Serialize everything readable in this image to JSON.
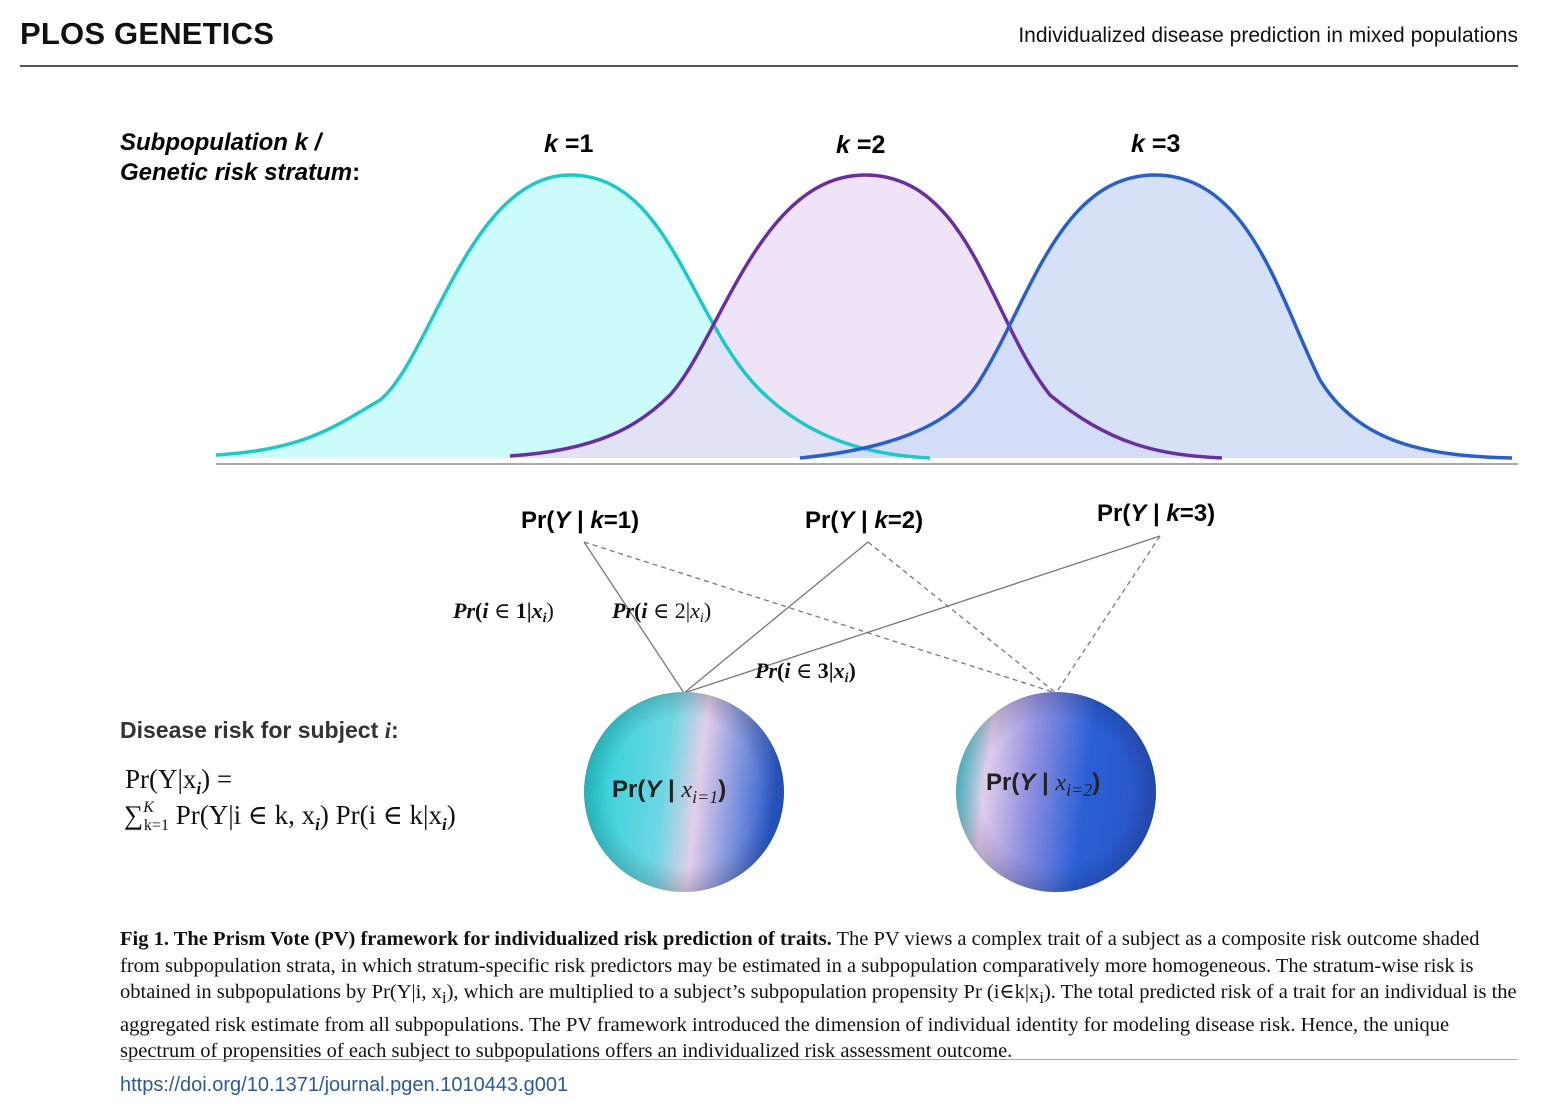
{
  "header": {
    "journal": "PLOS GENETICS",
    "running_title": "Individualized disease prediction in mixed populations"
  },
  "figure": {
    "strata_label_line1": "Subpopulation k /",
    "strata_label_line2": "Genetic risk stratum",
    "strata_label_colon": ":",
    "strata": [
      {
        "k": "k",
        "eq": " =1",
        "color": "#1ec8c8",
        "fill": "#ccfbfb"
      },
      {
        "k": "k",
        "eq": " =2",
        "color": "#6a2f9e",
        "fill": "#ead9f5"
      },
      {
        "k": "k",
        "eq": " =3",
        "color": "#2a5fc6",
        "fill": "#cfdcf7"
      }
    ],
    "conditional_risks": [
      {
        "pre": "Pr(",
        "y": "Y",
        "mid": " | ",
        "k": "k",
        "post": "=1)"
      },
      {
        "pre": "Pr(",
        "y": "Y",
        "mid": " | ",
        "k": "k",
        "post": "=2)"
      },
      {
        "pre": "Pr(",
        "y": "Y",
        "mid": " | ",
        "k": "k",
        "post": "=3)"
      }
    ],
    "propensities": [
      {
        "pr": "Pr",
        "open": "(",
        "i": "i",
        "in": " ∈ ",
        "n": "1",
        "bar": "|",
        "x": "x",
        "sub": "i",
        "close": ")"
      },
      {
        "pr": "Pr",
        "open": "(",
        "i": "i",
        "in": " ∈ ",
        "n": "2",
        "bar": "|",
        "x": "x",
        "sub": "i",
        "close": ")"
      },
      {
        "pr": "Pr",
        "open": "(",
        "i": "i",
        "in": " ∈ ",
        "n": "3",
        "bar": "|",
        "x": "x",
        "sub": "i",
        "close": ")"
      }
    ],
    "disease_risk_label": "Disease risk for subject ",
    "disease_risk_var": "i",
    "disease_risk_colon": ":",
    "equation_line1": "Pr(Y|x",
    "equation_line1_sub": "i",
    "equation_line1_end": ") =",
    "equation_line2_sum": "∑",
    "equation_line2_sup": "K",
    "equation_line2_subscript": "k=1",
    "equation_line2_rest": " Pr(Y|i ∈ k, x",
    "equation_line2_sub1": "i",
    "equation_line2_mid": ") Pr(i ∈ k|x",
    "equation_line2_sub2": "i",
    "equation_line2_end": ")",
    "subjects": [
      {
        "pre": "Pr(",
        "y": "Y",
        "mid": " | ",
        "x": "x",
        "sub": "i=1",
        "post": ")"
      },
      {
        "pre": "Pr(",
        "y": "Y",
        "mid": " | ",
        "x": "x",
        "sub": "i=2",
        "post": ")"
      }
    ]
  },
  "caption": {
    "title": "Fig 1. The Prism Vote (PV) framework for individualized risk prediction of traits.",
    "body": " The PV views a complex trait of a subject as a composite risk outcome shaded from subpopulation strata, in which stratum-specific risk predictors may be estimated in a subpopulation comparatively more homogeneous. The stratum-wise risk is obtained in subpopulations by Pr(Y|i, x",
    "body_sub1": "i",
    "body_mid": "), which are multiplied to a subject’s subpopulation propensity Pr (i∈k|x",
    "body_sub2": "i",
    "body_end": "). The total predicted risk of a trait for an individual is the aggregated risk estimate from all subpopulations. The PV framework introduced the dimension of individual identity for modeling disease risk. Hence, the unique spectrum of propensities of each subject to subpopulations offers an individualized risk assessment outcome."
  },
  "doi": "https://doi.org/10.1371/journal.pgen.1010443.g001"
}
